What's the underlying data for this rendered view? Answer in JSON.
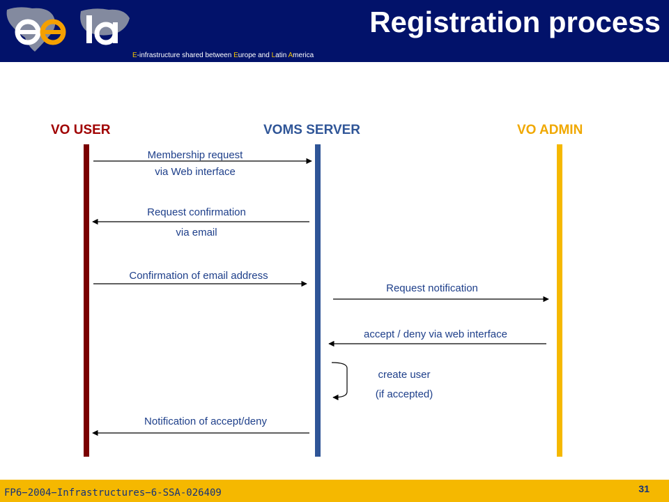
{
  "header": {
    "title": "Registration process",
    "tagline": [
      {
        "text": "E",
        "highlight": true
      },
      {
        "text": "-infrastructure shared between ",
        "highlight": false
      },
      {
        "text": "E",
        "highlight": true
      },
      {
        "text": "urope and ",
        "highlight": false
      },
      {
        "text": "L",
        "highlight": true
      },
      {
        "text": "atin ",
        "highlight": false
      },
      {
        "text": "A",
        "highlight": true
      },
      {
        "text": "merica",
        "highlight": false
      }
    ],
    "logo_text": "eelA"
  },
  "actors": {
    "user": {
      "label": "VO USER",
      "color": "#a00000",
      "line_color": "#7a0000"
    },
    "server": {
      "label": "VOMS SERVER",
      "color": "#2f5597",
      "line_color": "#2f5597"
    },
    "admin": {
      "label": "VO ADMIN",
      "color": "#f0a800",
      "line_color": "#f5b800"
    }
  },
  "messages": {
    "m1": "Membership request\nvia Web interface",
    "m2a": "Request confirmation",
    "m2b": "via email",
    "m3": "Confirmation of email address",
    "m4": "Request notification",
    "m5": "accept / deny via web interface",
    "m6a": "create user",
    "m6b": "(if accepted)",
    "m7": "Notification of accept/deny"
  },
  "footer": {
    "left": "FP6−2004−Infrastructures−6-SSA-026409",
    "page": "31"
  },
  "colors": {
    "header_bg": "#02126a",
    "footer_bg": "#f5b800",
    "message_text": "#1e3f8a"
  }
}
